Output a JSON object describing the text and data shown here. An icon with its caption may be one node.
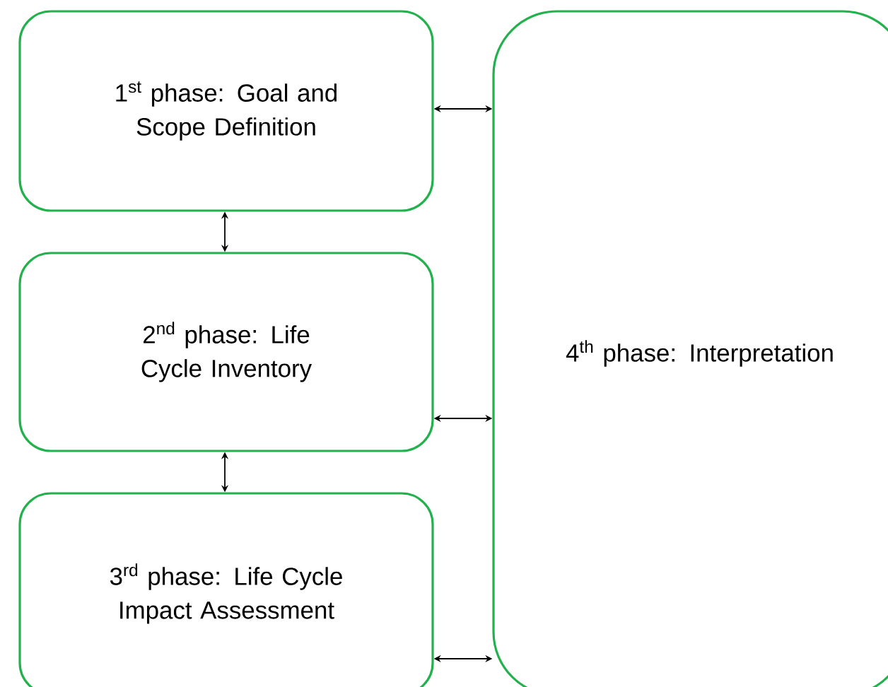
{
  "diagram": {
    "nodes": [
      {
        "text": [
          "1$^{st}$ phase: Goal and Scope Definition"
        ]
      },
      {
        "text": [
          "2$^{nd}$ phase: Life Cycle Inventory"
        ]
      },
      {
        "text": [
          "3$^{rd}$ phase: Life Cycle Impact Assessment"
        ]
      },
      {
        "text": [
          "4$^{th}$ phase: Interpretation"
        ]
      }
    ],
    "edges": [
      {
        "from": 0,
        "to": 1,
        "arrow": "both"
      },
      {
        "from": 1,
        "to": 2,
        "arrow": "both"
      },
      {
        "from": 0,
        "to": 3,
        "arrow": "both"
      },
      {
        "from": 1,
        "to": 3,
        "arrow": "both"
      },
      {
        "from": 2,
        "to": 3,
        "arrow": "both"
      }
    ]
  }
}
